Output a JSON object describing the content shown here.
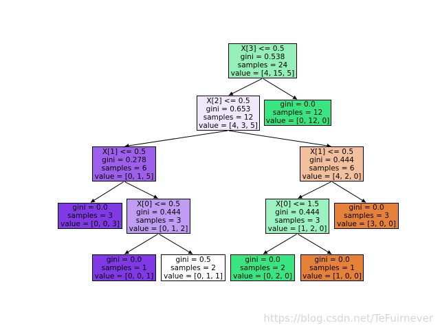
{
  "nodes": [
    {
      "id": "n0",
      "lines": [
        "X[3] <= 0.5",
        "gini = 0.538",
        "samples = 24",
        "value = [4, 15, 5]"
      ],
      "color": "#94efb9"
    },
    {
      "id": "n1",
      "lines": [
        "X[2] <= 0.5",
        "gini = 0.653",
        "samples = 12",
        "value = [4, 3, 5]"
      ],
      "color": "#f1e8fd"
    },
    {
      "id": "n2",
      "lines": [
        "gini = 0.0",
        "samples = 12",
        "value = [0, 12, 0]"
      ],
      "color": "#39e581"
    },
    {
      "id": "n3",
      "lines": [
        "X[1] <= 0.5",
        "gini = 0.278",
        "samples = 6",
        "value = [0, 1, 5]"
      ],
      "color": "#9e5fea"
    },
    {
      "id": "n4",
      "lines": [
        "X[1] <= 0.5",
        "gini = 0.444",
        "samples = 6",
        "value = [4, 2, 0]"
      ],
      "color": "#f2c09c"
    },
    {
      "id": "n5",
      "lines": [
        "gini = 0.0",
        "samples = 3",
        "value = [0, 0, 3]"
      ],
      "color": "#8139e5"
    },
    {
      "id": "n6",
      "lines": [
        "X[0] <= 0.5",
        "gini = 0.444",
        "samples = 3",
        "value = [0, 1, 2]"
      ],
      "color": "#c09cf2"
    },
    {
      "id": "n7",
      "lines": [
        "X[0] <= 1.5",
        "gini = 0.444",
        "samples = 3",
        "value = [1, 2, 0]"
      ],
      "color": "#9cf2c0"
    },
    {
      "id": "n8",
      "lines": [
        "gini = 0.0",
        "samples = 3",
        "value = [3, 0, 0]"
      ],
      "color": "#e58139"
    },
    {
      "id": "n9",
      "lines": [
        "gini = 0.0",
        "samples = 1",
        "value = [0, 0, 1]"
      ],
      "color": "#8139e5"
    },
    {
      "id": "n10",
      "lines": [
        "gini = 0.5",
        "samples = 2",
        "value = [0, 1, 1]"
      ],
      "color": "#ffffff"
    },
    {
      "id": "n11",
      "lines": [
        "gini = 0.0",
        "samples = 2",
        "value = [0, 2, 0]"
      ],
      "color": "#39e581"
    },
    {
      "id": "n12",
      "lines": [
        "gini = 0.0",
        "samples = 1",
        "value = [1, 0, 0]"
      ],
      "color": "#e58139"
    }
  ],
  "edges": [
    [
      "n0",
      "n1"
    ],
    [
      "n0",
      "n2"
    ],
    [
      "n1",
      "n3"
    ],
    [
      "n1",
      "n4"
    ],
    [
      "n3",
      "n5"
    ],
    [
      "n3",
      "n6"
    ],
    [
      "n4",
      "n7"
    ],
    [
      "n4",
      "n8"
    ],
    [
      "n6",
      "n9"
    ],
    [
      "n6",
      "n10"
    ],
    [
      "n7",
      "n11"
    ],
    [
      "n7",
      "n12"
    ]
  ],
  "watermark": "https://blog.csdn.net/TeFuirnever"
}
